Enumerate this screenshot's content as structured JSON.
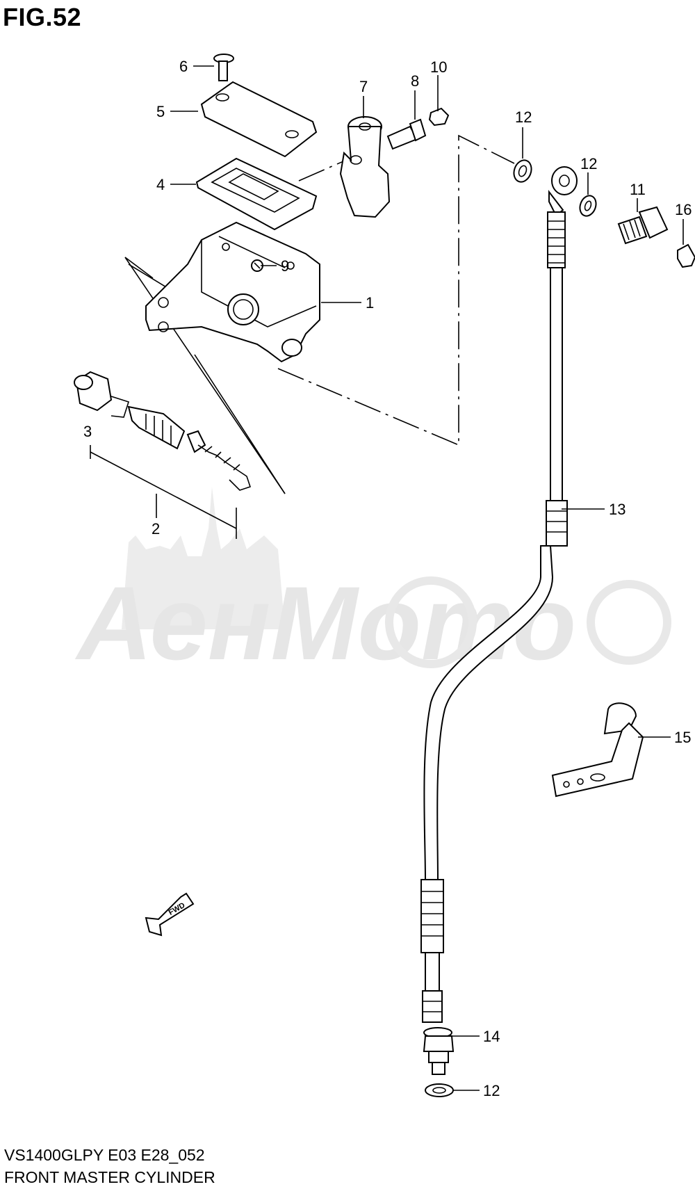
{
  "figure": {
    "title": "FIG.52",
    "model_line": "VS1400GLPY E03 E28_052",
    "diagram_name": "FRONT MASTER CYLINDER"
  },
  "watermark": {
    "text": "АенМото"
  },
  "fwd_arrow": {
    "label": "FWD"
  },
  "callouts": [
    {
      "id": "c6",
      "label": "6"
    },
    {
      "id": "c5",
      "label": "5"
    },
    {
      "id": "c4",
      "label": "4"
    },
    {
      "id": "c7",
      "label": "7"
    },
    {
      "id": "c8",
      "label": "8"
    },
    {
      "id": "c10",
      "label": "10"
    },
    {
      "id": "c12a",
      "label": "12"
    },
    {
      "id": "c12b",
      "label": "12"
    },
    {
      "id": "c11",
      "label": "11"
    },
    {
      "id": "c16",
      "label": "16"
    },
    {
      "id": "c9",
      "label": "9"
    },
    {
      "id": "c1",
      "label": "1"
    },
    {
      "id": "c3",
      "label": "3"
    },
    {
      "id": "c2",
      "label": "2"
    },
    {
      "id": "c13",
      "label": "13"
    },
    {
      "id": "c15",
      "label": "15"
    },
    {
      "id": "c14",
      "label": "14"
    },
    {
      "id": "c12c",
      "label": "12"
    }
  ]
}
